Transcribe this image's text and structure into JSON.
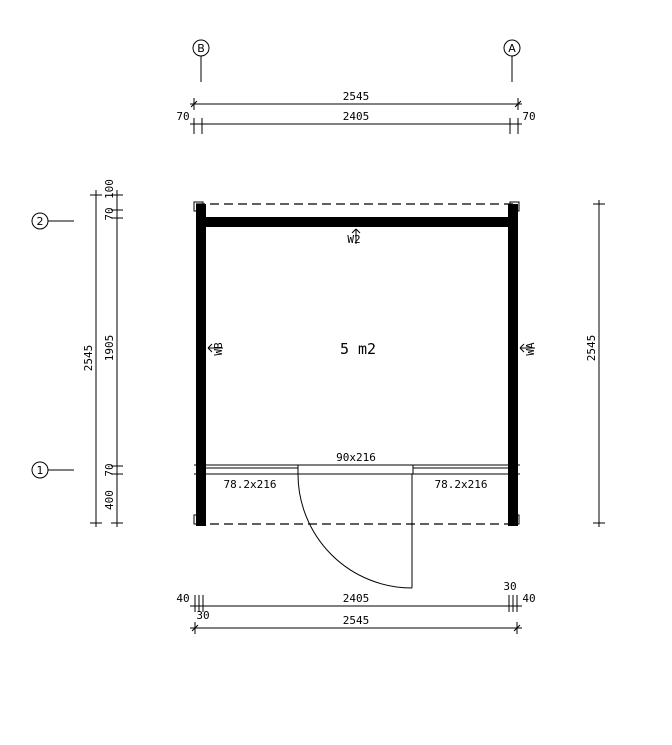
{
  "grid_axes": {
    "b": "B",
    "a": "A",
    "two": "2",
    "one": "1"
  },
  "top_dims": {
    "overall": "2545",
    "inner": "2405",
    "left_offset": "70",
    "right_offset": "70"
  },
  "bottom_dims": {
    "overall": "2545",
    "inner": "2405",
    "left_outer": "40",
    "left_inner": "30",
    "right_outer": "40",
    "right_inner": "30"
  },
  "left_dims": {
    "overall": "2545",
    "top_100": "100",
    "top_70": "70",
    "middle_1905": "1905",
    "bottom_70": "70",
    "bottom_400": "400"
  },
  "right_dims": {
    "overall": "2545"
  },
  "room": {
    "area": "5 m2"
  },
  "wall_labels": {
    "top": "W2",
    "left": "WB",
    "right": "WA"
  },
  "openings": {
    "door": "90x216",
    "window_left": "78.2x216",
    "window_right": "78.2x216"
  }
}
